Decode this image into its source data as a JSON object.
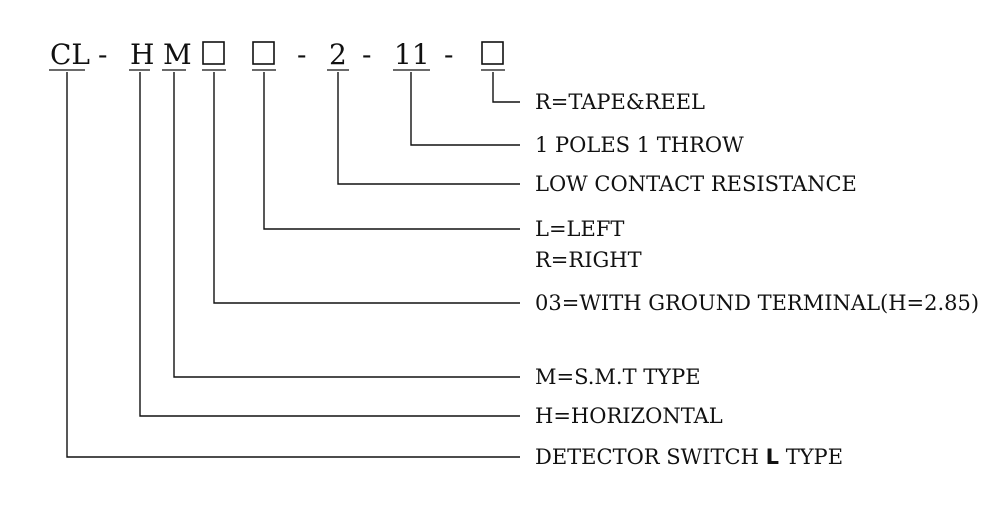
{
  "part_code": {
    "seg_cl": "CL",
    "seg_h": "H",
    "seg_m": "M",
    "seg_2": "2",
    "seg_11": "11",
    "dash": "-"
  },
  "legend": {
    "packaging": "R=TAPE&REEL",
    "poles": "1 POLES 1 THROW",
    "contact": "LOW CONTACT RESISTANCE",
    "direction_left": "L=LEFT",
    "direction_right": "R=RIGHT",
    "terminal": "03=WITH GROUND TERMINAL(H=2.85)",
    "mount": "M=S.M.T TYPE",
    "orientation": "H=HORIZONTAL",
    "type_prefix": "DETECTOR SWITCH ",
    "type_bold": "L",
    "type_suffix": " TYPE"
  }
}
